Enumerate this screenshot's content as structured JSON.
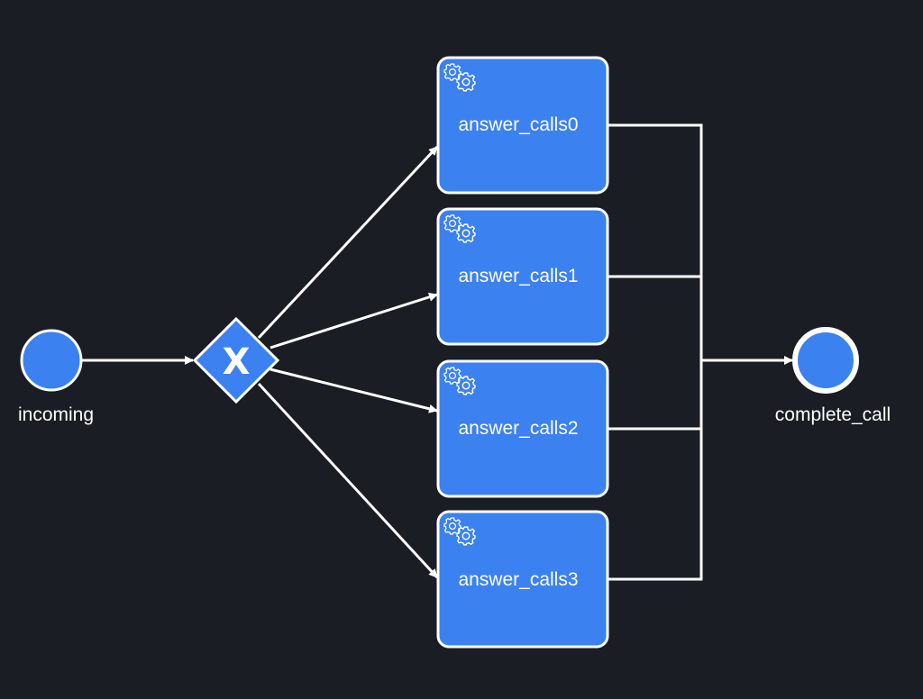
{
  "colors": {
    "background": "#1b1d24",
    "node_fill": "#3b82f0",
    "stroke": "#ffffff"
  },
  "start_event": {
    "label": "incoming",
    "icon": "start-event-circle"
  },
  "gateway": {
    "type": "exclusive",
    "marker": "X",
    "icon": "exclusive-gateway-diamond"
  },
  "tasks": [
    {
      "label": "answer_calls0",
      "icon": "gears-icon"
    },
    {
      "label": "answer_calls1",
      "icon": "gears-icon"
    },
    {
      "label": "answer_calls2",
      "icon": "gears-icon"
    },
    {
      "label": "answer_calls3",
      "icon": "gears-icon"
    }
  ],
  "end_event": {
    "label": "complete_call",
    "icon": "end-event-circle"
  }
}
